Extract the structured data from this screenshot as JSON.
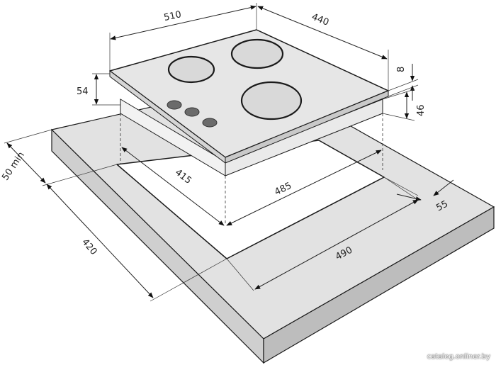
{
  "diagram": {
    "dimensions": {
      "width_top": "510",
      "depth_top": "440",
      "height_total": "54",
      "thickness_glass": "8",
      "height_body": "46",
      "cutout_depth": "415",
      "cutout_width": "485",
      "edge_distance_front": "55",
      "worktop_width": "490",
      "worktop_depth": "420",
      "edge_distance_side": "50 min"
    },
    "watermark": "catalog.onliner.by"
  },
  "colors": {
    "glass": "#e6e6e6",
    "burner": "#d9d9d9",
    "knob": "#6b6b6b",
    "worktop_top": "#e2e2e2",
    "worktop_front": "#cfcfcf",
    "worktop_side": "#bdbdbd",
    "cutout": "#ffffff",
    "outline": "#1a1a1a"
  }
}
